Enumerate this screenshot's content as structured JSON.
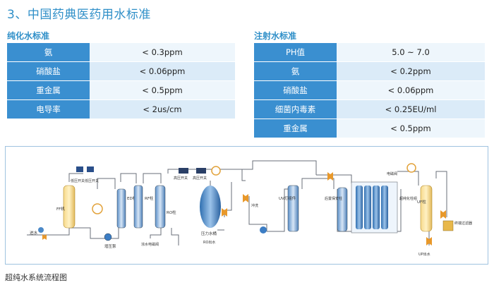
{
  "section_title": "3、中国药典医药用水标准",
  "purified_water": {
    "title": "纯化水标准",
    "rows": [
      {
        "item": "氨",
        "value": "< 0.3ppm"
      },
      {
        "item": "硝酸盐",
        "value": "< 0.06ppm"
      },
      {
        "item": "重金属",
        "value": "< 0.5ppm"
      },
      {
        "item": "电导率",
        "value": "< 2us/cm"
      }
    ]
  },
  "injection_water": {
    "title": "注射水标准",
    "rows": [
      {
        "item": "PH值",
        "value": "5.0 ~ 7.0"
      },
      {
        "item": "氨",
        "value": "< 0.2ppm"
      },
      {
        "item": "硝酸盐",
        "value": "< 0.06ppm"
      },
      {
        "item": "细菌内毒素",
        "value": "< 0.25EU/ml"
      },
      {
        "item": "重金属",
        "value": "< 0.5ppm"
      }
    ]
  },
  "diagram": {
    "caption": "超纯水系统流程图",
    "labels": {
      "inlet": "进水",
      "booster_pump": "增压泵",
      "ff": "FF机",
      "low_switch": "低压开关",
      "high_switch_1": "低压开关",
      "ed": "ED柱",
      "rf": "RF柱",
      "ro": "RO柱",
      "reject_valve": "浓水电磁阀",
      "high_pump_1": "高压开关",
      "high_pump_2": "高压开关",
      "pressure_tank": "压力水桶",
      "ro_outlet": "RO出水",
      "flush": "冲洗",
      "uv": "UV灯组件",
      "precision": "后置保安柱",
      "ultra": "超纯化柱组",
      "uf": "UF柱",
      "ball_valve": "电磁阀",
      "terminal": "终端过滤器",
      "outlet": "UP出水"
    }
  }
}
